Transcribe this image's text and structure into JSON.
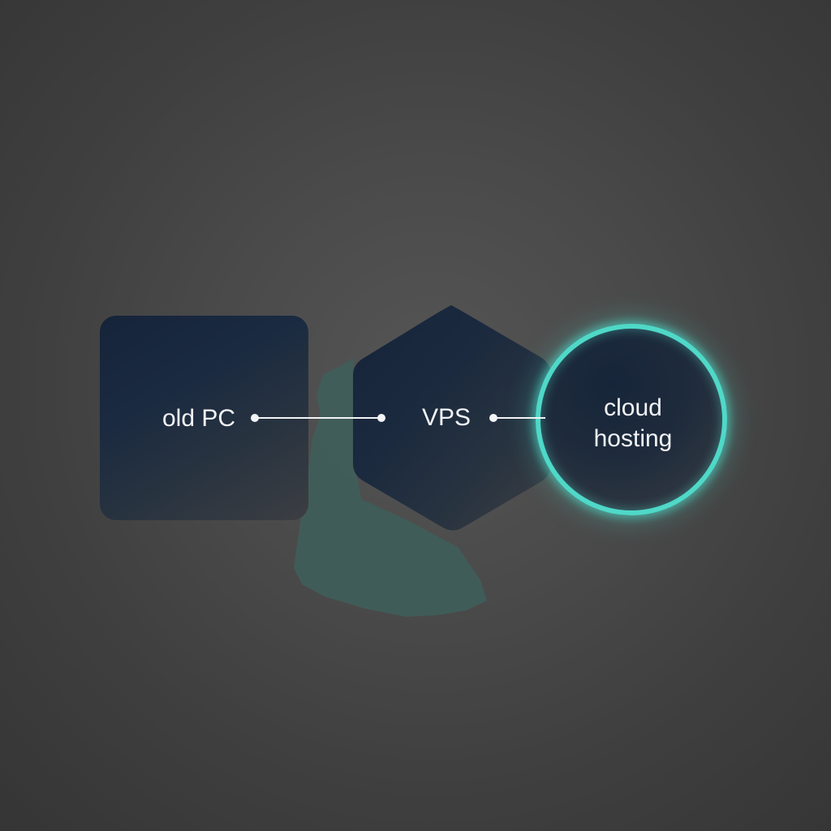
{
  "diagram": {
    "nodes": [
      {
        "id": "old-pc",
        "label": "old PC",
        "shape": "rounded-square",
        "color": "#16243a"
      },
      {
        "id": "vps",
        "label": "VPS",
        "shape": "hexagon",
        "color": "#16243a"
      },
      {
        "id": "cloud-hosting",
        "label_line1": "cloud",
        "label_line2": "hosting",
        "shape": "circle",
        "color": "#16243a",
        "highlight": true,
        "glow_color": "#4fd8c8"
      }
    ],
    "edges": [
      {
        "from": "old-pc",
        "to": "vps"
      },
      {
        "from": "vps",
        "to": "cloud-hosting"
      }
    ],
    "connector_color": "#f2f4f6",
    "background_color": "#4a4a4a"
  }
}
